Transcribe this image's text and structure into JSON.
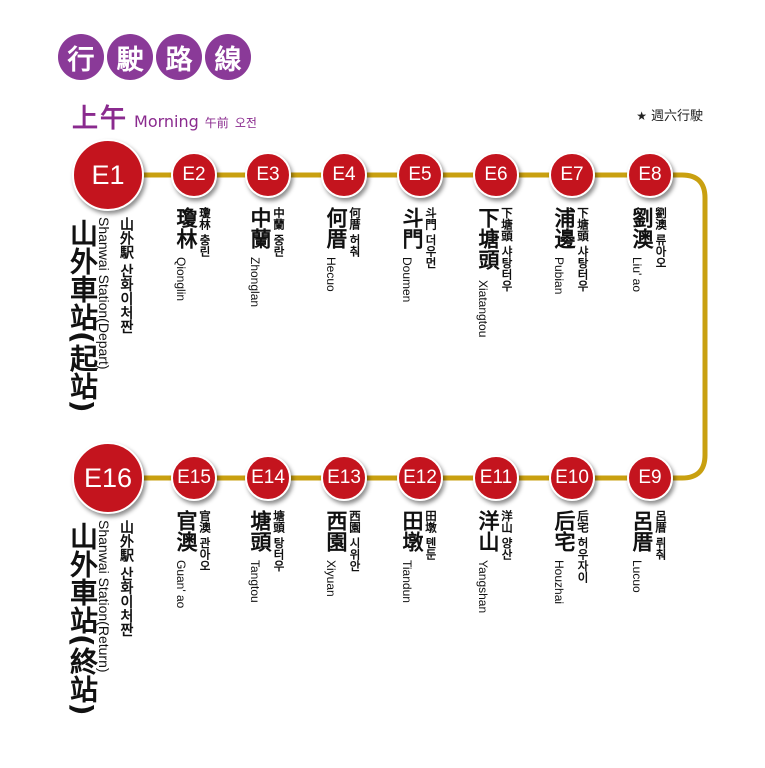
{
  "title": [
    "行",
    "駛",
    "路",
    "線"
  ],
  "session": {
    "main": "上午",
    "en": "Morning",
    "ja": "午前",
    "ko": "오전"
  },
  "legend": {
    "text": "週六行駛",
    "icon": "star-icon"
  },
  "colors": {
    "route_line": "#c9a010",
    "station_fill": "#c4141e",
    "title_bubble": "#8a3a98",
    "session_text": "#8a2a8e"
  },
  "stations": [
    {
      "code": "E1",
      "zh": "山外車站",
      "note": "(起站)",
      "sub": "山外駅 산화이처짠",
      "rom": "Shanwai Station",
      "rom_note": "(Depart)",
      "terminal": true
    },
    {
      "code": "E2",
      "zh": "瓊林",
      "sub": "瓊林 충린",
      "rom": "Qionglin"
    },
    {
      "code": "E3",
      "zh": "中蘭",
      "sub": "中蘭 중란",
      "rom": "Zhonglan"
    },
    {
      "code": "E4",
      "zh": "何厝",
      "sub": "何厝 허춰",
      "rom": "Hecuo"
    },
    {
      "code": "E5",
      "zh": "斗門",
      "sub": "斗門 더우먼",
      "rom": "Doumen"
    },
    {
      "code": "E6",
      "zh": "下塘頭",
      "sub": "下塘頭 샤탕터우",
      "rom": "Xiatangtou"
    },
    {
      "code": "E7",
      "zh": "浦邊",
      "sub": "下塘頭 샤탕터우",
      "rom": "Pubian"
    },
    {
      "code": "E8",
      "zh": "劉澳",
      "sub": "劉澳 류아오",
      "rom": "Liu' ao"
    },
    {
      "code": "E9",
      "zh": "呂厝",
      "sub": "呂厝 뤼춰",
      "rom": "Lucuo"
    },
    {
      "code": "E10",
      "zh": "后宅",
      "sub": "后宅 허우자이",
      "rom": "Houzhai"
    },
    {
      "code": "E11",
      "zh": "洋山",
      "sub": "洋山 양산",
      "rom": "Yangshan"
    },
    {
      "code": "E12",
      "zh": "田墩",
      "sub": "田墩 톈둔",
      "rom": "Tiandun"
    },
    {
      "code": "E13",
      "zh": "西園",
      "sub": "西園 시위안",
      "rom": "Xiyuan"
    },
    {
      "code": "E14",
      "zh": "塘頭",
      "sub": "塘頭 탕터우",
      "rom": "Tangtou"
    },
    {
      "code": "E15",
      "zh": "官澳",
      "sub": "官澳 관아오",
      "rom": "Guan' ao"
    },
    {
      "code": "E16",
      "zh": "山外車站",
      "note": "(終站)",
      "sub": "山外駅 산화이처짠",
      "rom": "Shanwai Station",
      "rom_note": "(Return)",
      "terminal": true
    }
  ]
}
